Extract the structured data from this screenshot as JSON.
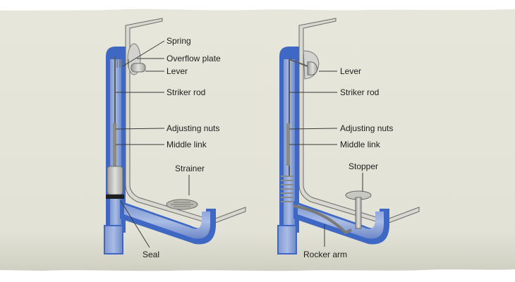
{
  "figure": {
    "background_color": "#e4e4d8",
    "pipe_color": "#3f67c4",
    "pipe_light_color": "#8ea6d8",
    "metal_color": "#c9c9c4",
    "leader_color": "#3a3a3a"
  },
  "diagrams": [
    {
      "name": "spring-overflow-drain",
      "labels": [
        {
          "id": "spring",
          "text": "Spring"
        },
        {
          "id": "overflow-plate",
          "text": "Overflow plate"
        },
        {
          "id": "lever",
          "text": "Lever"
        },
        {
          "id": "striker-rod",
          "text": "Striker rod"
        },
        {
          "id": "adjusting-nuts",
          "text": "Adjusting nuts"
        },
        {
          "id": "middle-link",
          "text": "Middle link"
        },
        {
          "id": "strainer",
          "text": "Strainer"
        },
        {
          "id": "seal",
          "text": "Seal"
        }
      ]
    },
    {
      "name": "rocker-arm-drain",
      "labels": [
        {
          "id": "lever",
          "text": "Lever"
        },
        {
          "id": "striker-rod",
          "text": "Striker rod"
        },
        {
          "id": "adjusting-nuts",
          "text": "Adjusting nuts"
        },
        {
          "id": "middle-link",
          "text": "Middle link"
        },
        {
          "id": "stopper",
          "text": "Stopper"
        },
        {
          "id": "rocker-arm",
          "text": "Rocker arm"
        }
      ]
    }
  ]
}
